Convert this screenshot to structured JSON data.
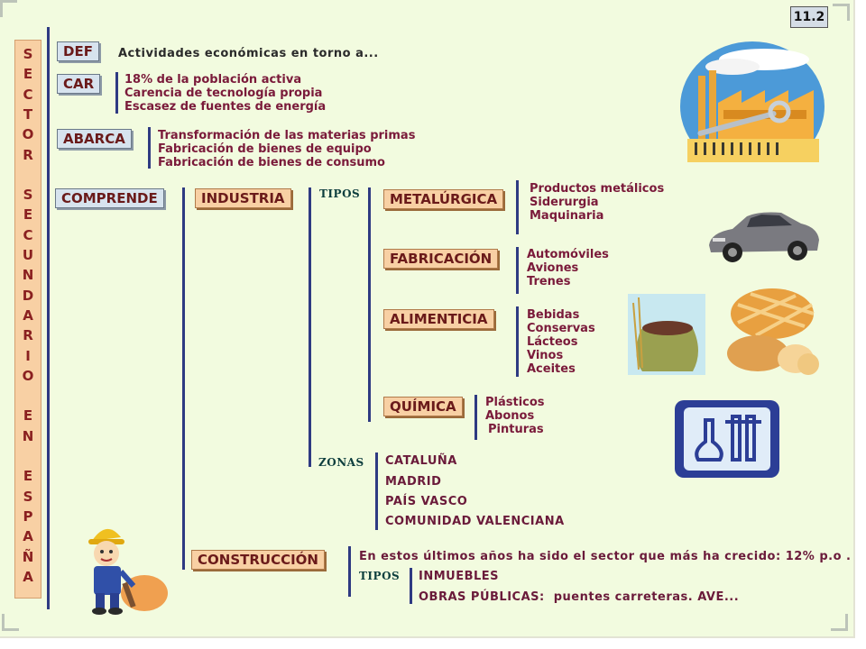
{
  "page_number": "11.2",
  "sidebar_letters": [
    "S",
    "E",
    "C",
    "T",
    "O",
    "R",
    "",
    "S",
    "E",
    "C",
    "U",
    "N",
    "D",
    "A",
    "R",
    "I",
    "O",
    "",
    "E",
    "N",
    "",
    "E",
    "S",
    "P",
    "A",
    "Ñ",
    "A"
  ],
  "def": {
    "label": "DEF",
    "text": "Actividades económicas en torno a..."
  },
  "car": {
    "label": "CAR",
    "items": [
      "18% de la población activa",
      "Carencia de tecnología propia",
      "Escasez de fuentes de energía"
    ]
  },
  "abarca": {
    "label": "ABARCA",
    "items": [
      "Transformación de las materias primas",
      "Fabricación de bienes de equipo",
      "Fabricación de bienes de consumo"
    ]
  },
  "comprende": {
    "label": "COMPRENDE"
  },
  "industria": {
    "label": "INDUSTRIA",
    "tipos_label": "TIPOS",
    "zonas_label": "ZONAS",
    "types": [
      {
        "label": "METALÚRGICA",
        "items": [
          "Productos metálicos",
          "Siderurgia",
          "Maquinaria"
        ]
      },
      {
        "label": "FABRICACIÓN",
        "items": [
          "Automóviles",
          "Aviones",
          "Trenes"
        ]
      },
      {
        "label": "ALIMENTICIA",
        "items": [
          "Bebidas",
          "Conservas",
          "Lácteos",
          "Vinos",
          "Aceites"
        ]
      },
      {
        "label": "QUÍMICA",
        "items": [
          "Plásticos",
          "Abonos",
          "Pinturas"
        ]
      }
    ],
    "zones": [
      "CATALUÑA",
      "MADRID",
      "PAÍS VASCO",
      "COMUNIDAD VALENCIANA"
    ]
  },
  "construccion": {
    "label": "CONSTRUCCIÓN",
    "text": "En estos últimos años ha sido el sector que más ha crecido: 12% p.o .",
    "tipos_label": "TIPOS",
    "items": [
      "INMUEBLES",
      "OBRAS PÚBLICAS:  puentes carreteras. AVE..."
    ]
  },
  "colors": {
    "background": "#f2fbdf",
    "label_blue": "#d7e3ee",
    "label_orange": "#f8d0a4",
    "line": "#2e3a82",
    "text": "#7a1a3a"
  },
  "icons": [
    "factory-icon",
    "car-icon",
    "sack-icon",
    "bread-icon",
    "chemistry-flask-icon",
    "worker-icon"
  ]
}
